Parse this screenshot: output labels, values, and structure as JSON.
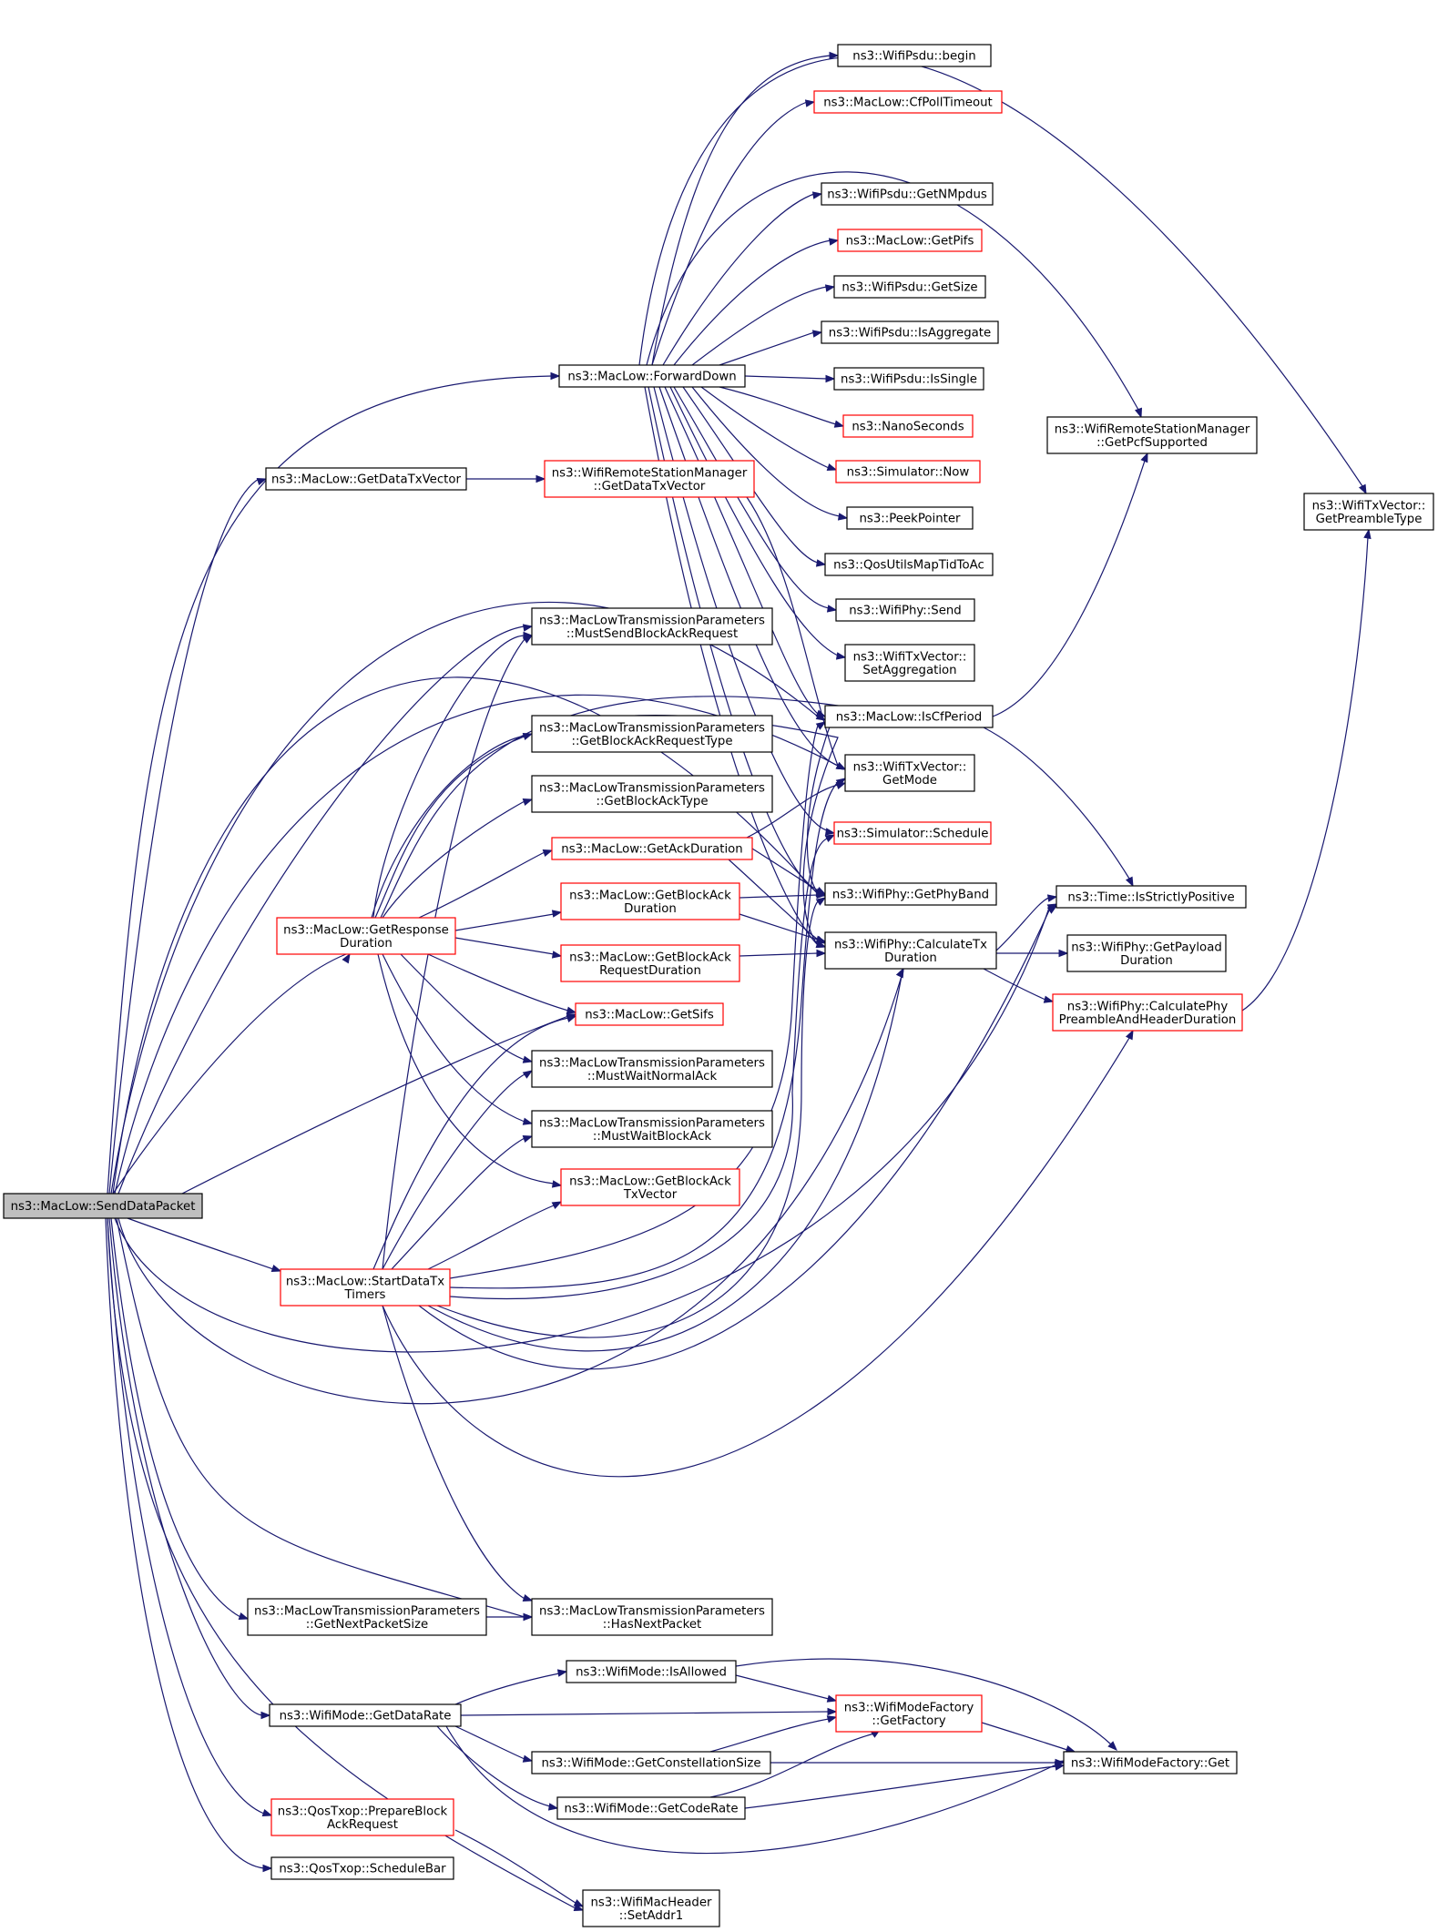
{
  "graph": {
    "edge_color": "#191970",
    "node_border_normal": "#000000",
    "node_border_truncated": "#ff0000",
    "root_fill": "#bfbfbf",
    "nodes": [
      {
        "id": "n0",
        "lines": [
          "ns3::MacLow::SendDataPacket"
        ],
        "style": "root"
      },
      {
        "id": "n1",
        "lines": [
          "ns3::MacLow::ForwardDown"
        ],
        "style": "black"
      },
      {
        "id": "n2",
        "lines": [
          "ns3::WifiPsdu::begin"
        ],
        "style": "black"
      },
      {
        "id": "n3",
        "lines": [
          "ns3::MacLow::CfPollTimeout"
        ],
        "style": "red"
      },
      {
        "id": "n4",
        "lines": [
          "ns3::WifiPsdu::GetNMpdus"
        ],
        "style": "black"
      },
      {
        "id": "n5",
        "lines": [
          "ns3::MacLow::GetPifs"
        ],
        "style": "red"
      },
      {
        "id": "n6",
        "lines": [
          "ns3::WifiPsdu::GetSize"
        ],
        "style": "black"
      },
      {
        "id": "n7",
        "lines": [
          "ns3::WifiPsdu::IsAggregate"
        ],
        "style": "black"
      },
      {
        "id": "n8",
        "lines": [
          "ns3::WifiPsdu::IsSingle"
        ],
        "style": "black"
      },
      {
        "id": "n9",
        "lines": [
          "ns3::NanoSeconds"
        ],
        "style": "red"
      },
      {
        "id": "n10",
        "lines": [
          "ns3::Simulator::Now"
        ],
        "style": "red"
      },
      {
        "id": "n11",
        "lines": [
          "ns3::PeekPointer"
        ],
        "style": "black"
      },
      {
        "id": "n12",
        "lines": [
          "ns3::QosUtilsMapTidToAc"
        ],
        "style": "black"
      },
      {
        "id": "n13",
        "lines": [
          "ns3::WifiPhy::Send"
        ],
        "style": "black"
      },
      {
        "id": "n14",
        "lines": [
          "ns3::WifiTxVector::",
          "SetAggregation"
        ],
        "style": "black"
      },
      {
        "id": "n15",
        "lines": [
          "ns3::MacLow::IsCfPeriod"
        ],
        "style": "black"
      },
      {
        "id": "n16",
        "lines": [
          "ns3::WifiTxVector::",
          "GetMode"
        ],
        "style": "black"
      },
      {
        "id": "n17",
        "lines": [
          "ns3::Simulator::Schedule"
        ],
        "style": "red"
      },
      {
        "id": "n18",
        "lines": [
          "ns3::WifiPhy::GetPhyBand"
        ],
        "style": "black"
      },
      {
        "id": "n19",
        "lines": [
          "ns3::WifiPhy::CalculateTx",
          "Duration"
        ],
        "style": "black"
      },
      {
        "id": "n20",
        "lines": [
          "ns3::WifiRemoteStationManager",
          "::GetPcfSupported"
        ],
        "style": "black"
      },
      {
        "id": "n21",
        "lines": [
          "ns3::WifiTxVector::",
          "GetPreambleType"
        ],
        "style": "black"
      },
      {
        "id": "n22",
        "lines": [
          "ns3::MacLow::GetDataTxVector"
        ],
        "style": "black"
      },
      {
        "id": "n23",
        "lines": [
          "ns3::WifiRemoteStationManager",
          "::GetDataTxVector"
        ],
        "style": "red"
      },
      {
        "id": "n24",
        "lines": [
          "ns3::MacLowTransmissionParameters",
          "::MustSendBlockAckRequest"
        ],
        "style": "black"
      },
      {
        "id": "n25",
        "lines": [
          "ns3::MacLowTransmissionParameters",
          "::GetBlockAckRequestType"
        ],
        "style": "black"
      },
      {
        "id": "n26",
        "lines": [
          "ns3::MacLowTransmissionParameters",
          "::GetBlockAckType"
        ],
        "style": "black"
      },
      {
        "id": "n27",
        "lines": [
          "ns3::MacLow::GetAckDuration"
        ],
        "style": "red"
      },
      {
        "id": "n28",
        "lines": [
          "ns3::MacLow::GetBlockAck",
          "Duration"
        ],
        "style": "red"
      },
      {
        "id": "n29",
        "lines": [
          "ns3::MacLow::GetBlockAck",
          "RequestDuration"
        ],
        "style": "red"
      },
      {
        "id": "n30",
        "lines": [
          "ns3::MacLow::GetSifs"
        ],
        "style": "red"
      },
      {
        "id": "n31",
        "lines": [
          "ns3::MacLowTransmissionParameters",
          "::MustWaitNormalAck"
        ],
        "style": "black"
      },
      {
        "id": "n32",
        "lines": [
          "ns3::MacLowTransmissionParameters",
          "::MustWaitBlockAck"
        ],
        "style": "black"
      },
      {
        "id": "n33",
        "lines": [
          "ns3::MacLow::GetBlockAck",
          "TxVector"
        ],
        "style": "red"
      },
      {
        "id": "n34",
        "lines": [
          "ns3::MacLow::GetResponse",
          "Duration"
        ],
        "style": "red"
      },
      {
        "id": "n35",
        "lines": [
          "ns3::MacLow::StartDataTx",
          "Timers"
        ],
        "style": "red"
      },
      {
        "id": "n36",
        "lines": [
          "ns3::Time::IsStrictlyPositive"
        ],
        "style": "black"
      },
      {
        "id": "n37",
        "lines": [
          "ns3::WifiPhy::GetPayload",
          "Duration"
        ],
        "style": "black"
      },
      {
        "id": "n38",
        "lines": [
          "ns3::WifiPhy::CalculatePhy",
          "PreambleAndHeaderDuration"
        ],
        "style": "red"
      },
      {
        "id": "n39",
        "lines": [
          "ns3::MacLowTransmissionParameters",
          "::GetNextPacketSize"
        ],
        "style": "black"
      },
      {
        "id": "n40",
        "lines": [
          "ns3::MacLowTransmissionParameters",
          "::HasNextPacket"
        ],
        "style": "black"
      },
      {
        "id": "n41",
        "lines": [
          "ns3::WifiMode::IsAllowed"
        ],
        "style": "black"
      },
      {
        "id": "n42",
        "lines": [
          "ns3::WifiModeFactory",
          "::GetFactory"
        ],
        "style": "red"
      },
      {
        "id": "n43",
        "lines": [
          "ns3::WifiMode::GetDataRate"
        ],
        "style": "black"
      },
      {
        "id": "n44",
        "lines": [
          "ns3::WifiMode::GetConstellationSize"
        ],
        "style": "black"
      },
      {
        "id": "n45",
        "lines": [
          "ns3::WifiModeFactory::Get"
        ],
        "style": "black"
      },
      {
        "id": "n46",
        "lines": [
          "ns3::WifiMode::GetCodeRate"
        ],
        "style": "black"
      },
      {
        "id": "n47",
        "lines": [
          "ns3::QosTxop::PrepareBlock",
          "AckRequest"
        ],
        "style": "red"
      },
      {
        "id": "n48",
        "lines": [
          "ns3::QosTxop::ScheduleBar"
        ],
        "style": "black"
      },
      {
        "id": "n49",
        "lines": [
          "ns3::WifiMacHeader",
          "::SetAddr1"
        ],
        "style": "black"
      }
    ]
  }
}
